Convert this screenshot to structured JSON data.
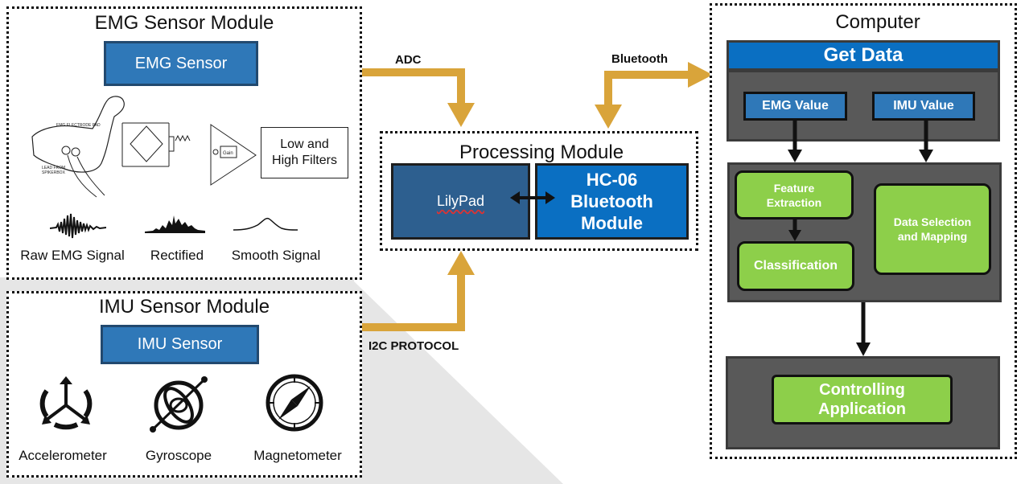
{
  "emg_module": {
    "title": "EMG Sensor Module",
    "sensor_label": "EMG Sensor",
    "filters_label": "Low and High Filters",
    "signals": [
      "Raw EMG Signal",
      "Rectified",
      "Smooth Signal"
    ]
  },
  "imu_module": {
    "title": "IMU Sensor Module",
    "sensor_label": "IMU Sensor",
    "sensors": [
      "Accelerometer",
      "Gyroscope",
      "Magnetometer"
    ]
  },
  "processing_module": {
    "title": "Processing Module",
    "lilypad_label": "LilyPad",
    "bluetooth_module_label": "HC-06 Bluetooth Module"
  },
  "connections": {
    "adc": "ADC",
    "i2c": "I2C PROTOCOL",
    "bluetooth": "Bluetooth"
  },
  "computer": {
    "title": "Computer",
    "get_data": "Get Data",
    "emg_value": "EMG Value",
    "imu_value": "IMU Value",
    "feature_extraction": "Feature Extraction",
    "classification": "Classification",
    "data_selection": "Data Selection and Mapping",
    "controlling_application": "Controlling Application"
  },
  "colors": {
    "arrow": "#d9a43a",
    "blue": "#2f78b8",
    "dark_blue": "#2d5f8f",
    "bright_blue": "#0a6fc2",
    "grey": "#595959",
    "green": "#8dcf4a"
  }
}
